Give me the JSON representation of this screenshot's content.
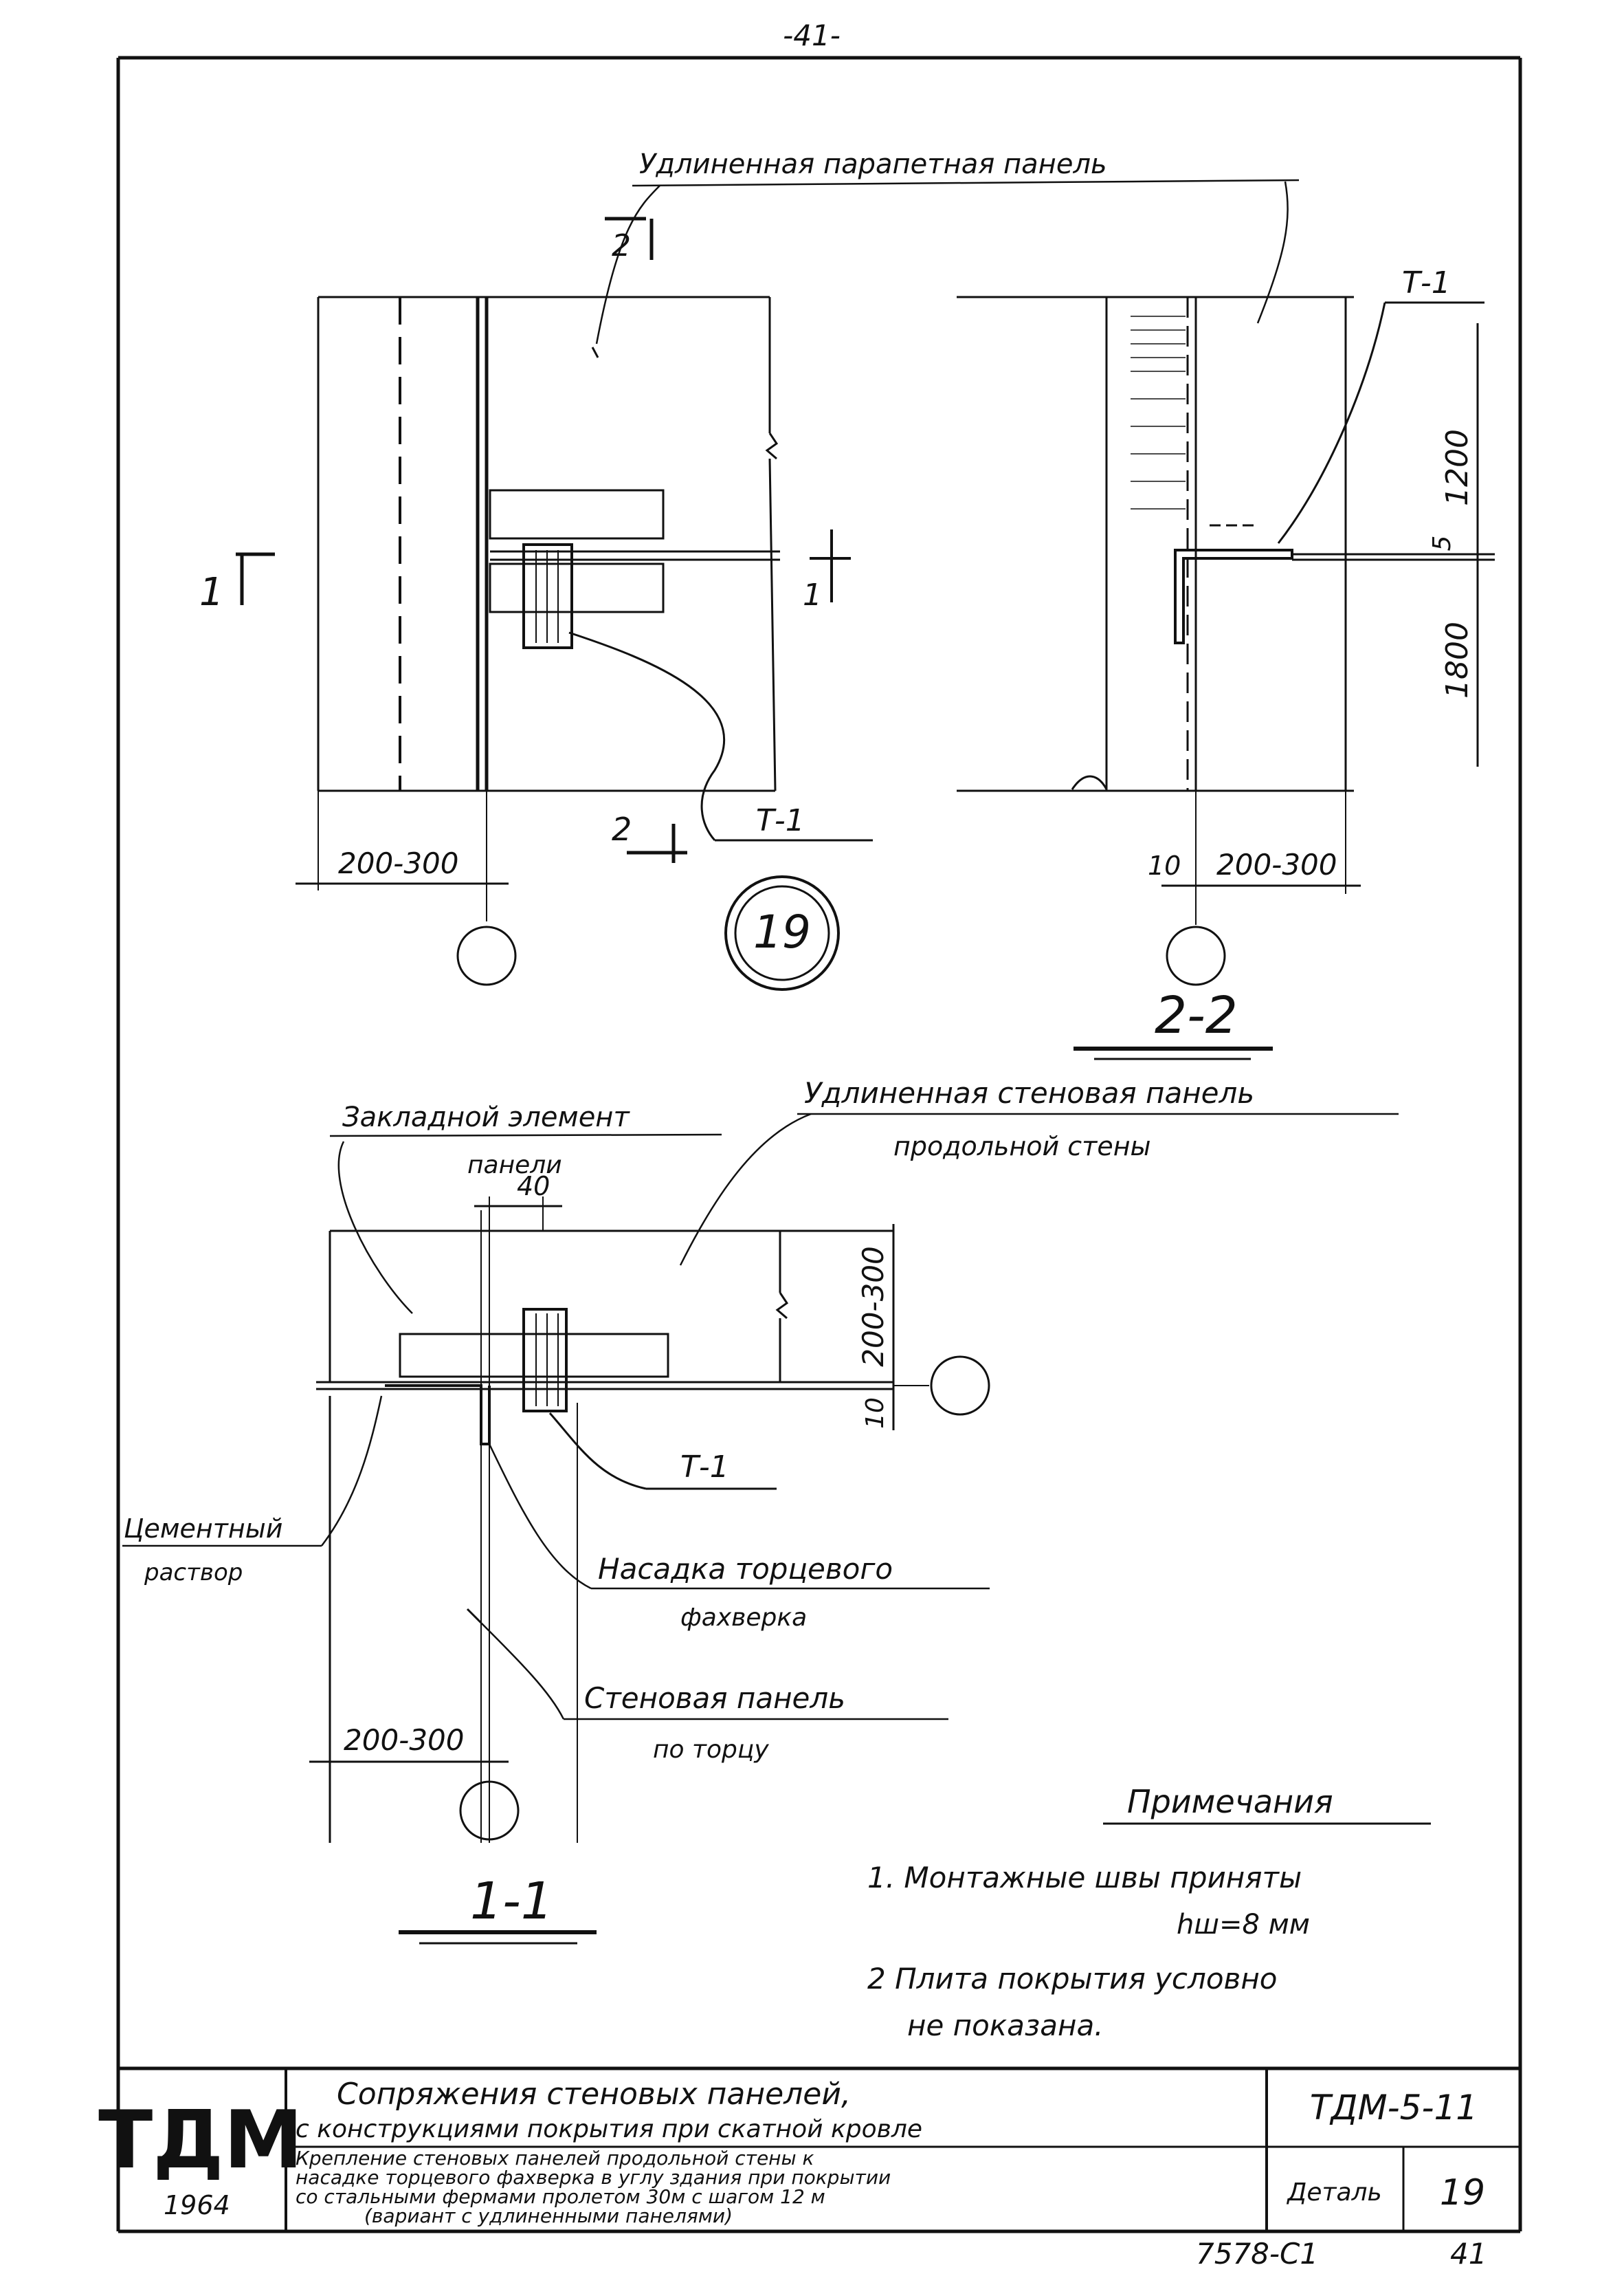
{
  "page": {
    "number": "-41-"
  },
  "views": {
    "plan": {
      "panel_label": "Удлиненная парапетная панель",
      "section_mark_top": "2",
      "section_mark_left": "1",
      "section_mark_right": "1",
      "section_mark_bottom": "2",
      "leader_label": "Т-1",
      "dim_left": "200-300",
      "detail_number": "19"
    },
    "section_2_2": {
      "title": "2-2",
      "leader_label": "Т-1",
      "dim_upper": "1200",
      "dim_gap": "5",
      "dim_lower": "1800",
      "dim_small": "10",
      "dim_right": "200-300"
    },
    "section_1_1": {
      "title": "1-1",
      "embedded_label_line1": "Закладной элемент",
      "embedded_label_line2": "панели",
      "dim_top": "40",
      "panel_label_line1": "Удлиненная стеновая панель",
      "panel_label_line2": "продольной стены",
      "dim_height": "200-300",
      "dim_small": "10",
      "leader_label": "Т-1",
      "mortar_line1": "Цементный",
      "mortar_line2": "раствор",
      "nozzle_line1": "Насадка торцевого",
      "nozzle_line2": "фахверка",
      "end_panel_line1": "Стеновая панель",
      "end_panel_line2": "по торцу",
      "dim_bottom": "200-300"
    }
  },
  "notes": {
    "title": "Примечания",
    "item1_line1": "1. Монтажные швы приняты",
    "item1_line2": "hш=8 мм",
    "item2_line1": "2 Плита покрытия условно",
    "item2_line2": "не показана."
  },
  "title_block": {
    "logo": "ТДМ",
    "year": "1964",
    "title_line1": "Сопряжения стеновых панелей,",
    "title_line2": "с конструкциями покрытия при скатной кровле",
    "subtitle_line1": "Крепление стеновых панелей продольной стены к",
    "subtitle_line2": "насадке торцевого фахверка в углу здания при покрытии",
    "subtitle_line3": "со стальными фермами пролетом 30м с шагом 12 м",
    "subtitle_line4": "(вариант с удлиненными панелями)",
    "code": "ТДМ-5-11",
    "detail_label": "Деталь",
    "detail_value": "19"
  },
  "footer": {
    "sheet_code": "7578-С1",
    "sheet_number": "41"
  }
}
